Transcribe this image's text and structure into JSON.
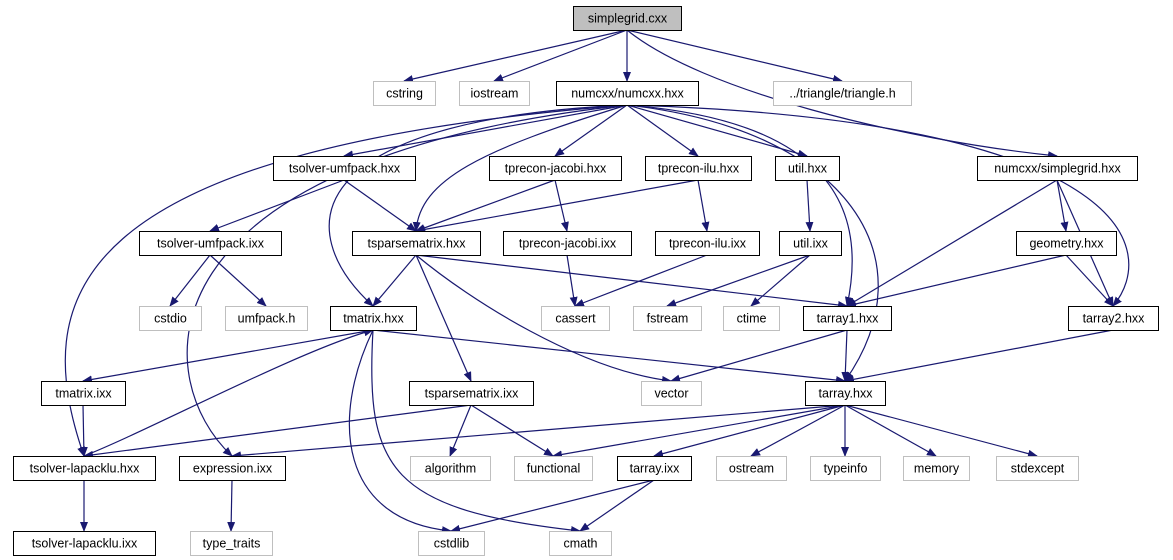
{
  "colors": {
    "edge": "#191970",
    "root_fill": "#bfbfbf",
    "root_border": "#000000",
    "local_border": "#000000",
    "external_border": "#bfbfbf",
    "background": "#ffffff",
    "text": "#000000"
  },
  "nodes": {
    "simplegrid_cxx": {
      "label": "simplegrid.cxx",
      "kind": "root"
    },
    "cstring": {
      "label": "cstring",
      "kind": "external"
    },
    "iostream": {
      "label": "iostream",
      "kind": "external"
    },
    "numcxx": {
      "label": "numcxx/numcxx.hxx",
      "kind": "local"
    },
    "triangle": {
      "label": "../triangle/triangle.h",
      "kind": "external"
    },
    "tsolver_umfpack_hxx": {
      "label": "tsolver-umfpack.hxx",
      "kind": "local"
    },
    "tprecon_jacobi_hxx": {
      "label": "tprecon-jacobi.hxx",
      "kind": "local"
    },
    "tprecon_ilu_hxx": {
      "label": "tprecon-ilu.hxx",
      "kind": "local"
    },
    "util_hxx": {
      "label": "util.hxx",
      "kind": "local"
    },
    "numcxx_simplegrid": {
      "label": "numcxx/simplegrid.hxx",
      "kind": "local"
    },
    "tsolver_umfpack_ixx": {
      "label": "tsolver-umfpack.ixx",
      "kind": "local"
    },
    "tsparsematrix_hxx": {
      "label": "tsparsematrix.hxx",
      "kind": "local"
    },
    "tprecon_jacobi_ixx": {
      "label": "tprecon-jacobi.ixx",
      "kind": "local"
    },
    "tprecon_ilu_ixx": {
      "label": "tprecon-ilu.ixx",
      "kind": "local"
    },
    "util_ixx": {
      "label": "util.ixx",
      "kind": "local"
    },
    "geometry_hxx": {
      "label": "geometry.hxx",
      "kind": "local"
    },
    "cstdio": {
      "label": "cstdio",
      "kind": "external"
    },
    "umfpack": {
      "label": "umfpack.h",
      "kind": "external"
    },
    "tmatrix_hxx": {
      "label": "tmatrix.hxx",
      "kind": "local"
    },
    "cassert": {
      "label": "cassert",
      "kind": "external"
    },
    "fstream": {
      "label": "fstream",
      "kind": "external"
    },
    "ctime": {
      "label": "ctime",
      "kind": "external"
    },
    "tarray1_hxx": {
      "label": "tarray1.hxx",
      "kind": "local"
    },
    "tarray2_hxx": {
      "label": "tarray2.hxx",
      "kind": "local"
    },
    "tmatrix_ixx": {
      "label": "tmatrix.ixx",
      "kind": "local"
    },
    "tsparsematrix_ixx": {
      "label": "tsparsematrix.ixx",
      "kind": "local"
    },
    "vector": {
      "label": "vector",
      "kind": "external"
    },
    "tarray_hxx": {
      "label": "tarray.hxx",
      "kind": "local"
    },
    "tsolver_lapacklu_hxx": {
      "label": "tsolver-lapacklu.hxx",
      "kind": "local"
    },
    "expression_ixx": {
      "label": "expression.ixx",
      "kind": "local"
    },
    "algorithm": {
      "label": "algorithm",
      "kind": "external"
    },
    "functional": {
      "label": "functional",
      "kind": "external"
    },
    "tarray_ixx": {
      "label": "tarray.ixx",
      "kind": "local"
    },
    "ostream": {
      "label": "ostream",
      "kind": "external"
    },
    "typeinfo": {
      "label": "typeinfo",
      "kind": "external"
    },
    "memory": {
      "label": "memory",
      "kind": "external"
    },
    "stdexcept": {
      "label": "stdexcept",
      "kind": "external"
    },
    "tsolver_lapacklu_ixx": {
      "label": "tsolver-lapacklu.ixx",
      "kind": "local"
    },
    "type_traits": {
      "label": "type_traits",
      "kind": "external"
    },
    "cstdlib": {
      "label": "cstdlib",
      "kind": "external"
    },
    "cmath": {
      "label": "cmath",
      "kind": "external"
    }
  },
  "edges": [
    [
      "simplegrid_cxx",
      "cstring"
    ],
    [
      "simplegrid_cxx",
      "iostream"
    ],
    [
      "simplegrid_cxx",
      "numcxx"
    ],
    [
      "simplegrid_cxx",
      "triangle"
    ],
    [
      "simplegrid_cxx",
      "numcxx_simplegrid"
    ],
    [
      "numcxx",
      "tsolver_umfpack_hxx"
    ],
    [
      "numcxx",
      "tprecon_jacobi_hxx"
    ],
    [
      "numcxx",
      "tprecon_ilu_hxx"
    ],
    [
      "numcxx",
      "util_hxx"
    ],
    [
      "numcxx",
      "tsparsematrix_hxx"
    ],
    [
      "numcxx",
      "tmatrix_hxx"
    ],
    [
      "numcxx",
      "tarray1_hxx"
    ],
    [
      "numcxx",
      "tarray2_hxx"
    ],
    [
      "numcxx",
      "tarray_hxx"
    ],
    [
      "numcxx",
      "tsolver_lapacklu_hxx"
    ],
    [
      "numcxx",
      "expression_ixx"
    ],
    [
      "tsolver_umfpack_hxx",
      "tsolver_umfpack_ixx"
    ],
    [
      "tsolver_umfpack_hxx",
      "tsparsematrix_hxx"
    ],
    [
      "tprecon_jacobi_hxx",
      "tsparsematrix_hxx"
    ],
    [
      "tprecon_jacobi_hxx",
      "tprecon_jacobi_ixx"
    ],
    [
      "tprecon_ilu_hxx",
      "tsparsematrix_hxx"
    ],
    [
      "tprecon_ilu_hxx",
      "tprecon_ilu_ixx"
    ],
    [
      "util_hxx",
      "util_ixx"
    ],
    [
      "numcxx_simplegrid",
      "tarray1_hxx"
    ],
    [
      "numcxx_simplegrid",
      "geometry_hxx"
    ],
    [
      "numcxx_simplegrid",
      "tarray2_hxx"
    ],
    [
      "tsolver_umfpack_ixx",
      "cstdio"
    ],
    [
      "tsolver_umfpack_ixx",
      "umfpack"
    ],
    [
      "tsparsematrix_hxx",
      "tmatrix_hxx"
    ],
    [
      "tsparsematrix_hxx",
      "tarray1_hxx"
    ],
    [
      "tsparsematrix_hxx",
      "tsparsematrix_ixx"
    ],
    [
      "tsparsematrix_hxx",
      "vector"
    ],
    [
      "tprecon_jacobi_ixx",
      "cassert"
    ],
    [
      "tprecon_ilu_ixx",
      "cassert"
    ],
    [
      "util_ixx",
      "fstream"
    ],
    [
      "util_ixx",
      "ctime"
    ],
    [
      "geometry_hxx",
      "tarray1_hxx"
    ],
    [
      "geometry_hxx",
      "tarray2_hxx"
    ],
    [
      "tmatrix_hxx",
      "tmatrix_ixx"
    ],
    [
      "tmatrix_hxx",
      "tarray_hxx"
    ],
    [
      "tmatrix_hxx",
      "cstdlib"
    ],
    [
      "tmatrix_hxx",
      "cmath"
    ],
    [
      "tarray1_hxx",
      "vector"
    ],
    [
      "tarray1_hxx",
      "tarray_hxx"
    ],
    [
      "tarray2_hxx",
      "tarray_hxx"
    ],
    [
      "tmatrix_ixx",
      "tsolver_lapacklu_hxx"
    ],
    [
      "tsolver_lapacklu_hxx",
      "tmatrix_hxx"
    ],
    [
      "tsolver_lapacklu_hxx",
      "tsolver_lapacklu_ixx"
    ],
    [
      "tsparsematrix_ixx",
      "tsolver_lapacklu_hxx"
    ],
    [
      "tsparsematrix_ixx",
      "algorithm"
    ],
    [
      "tsparsematrix_ixx",
      "functional"
    ],
    [
      "tarray_hxx",
      "functional"
    ],
    [
      "tarray_hxx",
      "expression_ixx"
    ],
    [
      "tarray_hxx",
      "tarray_ixx"
    ],
    [
      "tarray_hxx",
      "ostream"
    ],
    [
      "tarray_hxx",
      "typeinfo"
    ],
    [
      "tarray_hxx",
      "memory"
    ],
    [
      "tarray_hxx",
      "stdexcept"
    ],
    [
      "expression_ixx",
      "type_traits"
    ],
    [
      "tarray_ixx",
      "cstdlib"
    ],
    [
      "tarray_ixx",
      "cmath"
    ]
  ]
}
